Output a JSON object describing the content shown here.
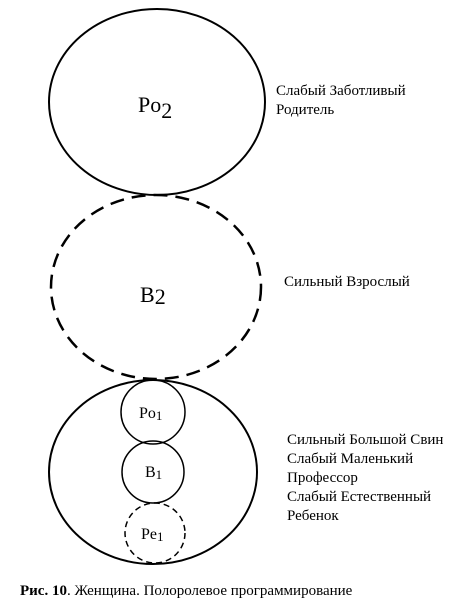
{
  "parent_ego": {
    "letters": "Po",
    "sub": "2",
    "label_lines": [
      "Слабый Заботливый",
      "Родитель"
    ]
  },
  "adult_ego": {
    "letters": "B",
    "sub": "2",
    "label_lines": [
      "Сильный Взрослый"
    ]
  },
  "child_ego": {
    "inner": [
      {
        "letters": "Po",
        "sub": "1"
      },
      {
        "letters": "B",
        "sub": "1"
      },
      {
        "letters": "Pe",
        "sub": "1"
      }
    ],
    "label_lines": [
      "Сильный Большой Свин",
      "Слабый Маленький",
      "Профессор",
      "Слабый Естественный",
      "Ребенок"
    ]
  },
  "caption": {
    "fig": "Рис. 10",
    "text": ". Женщина. Полоролевое программирование"
  }
}
